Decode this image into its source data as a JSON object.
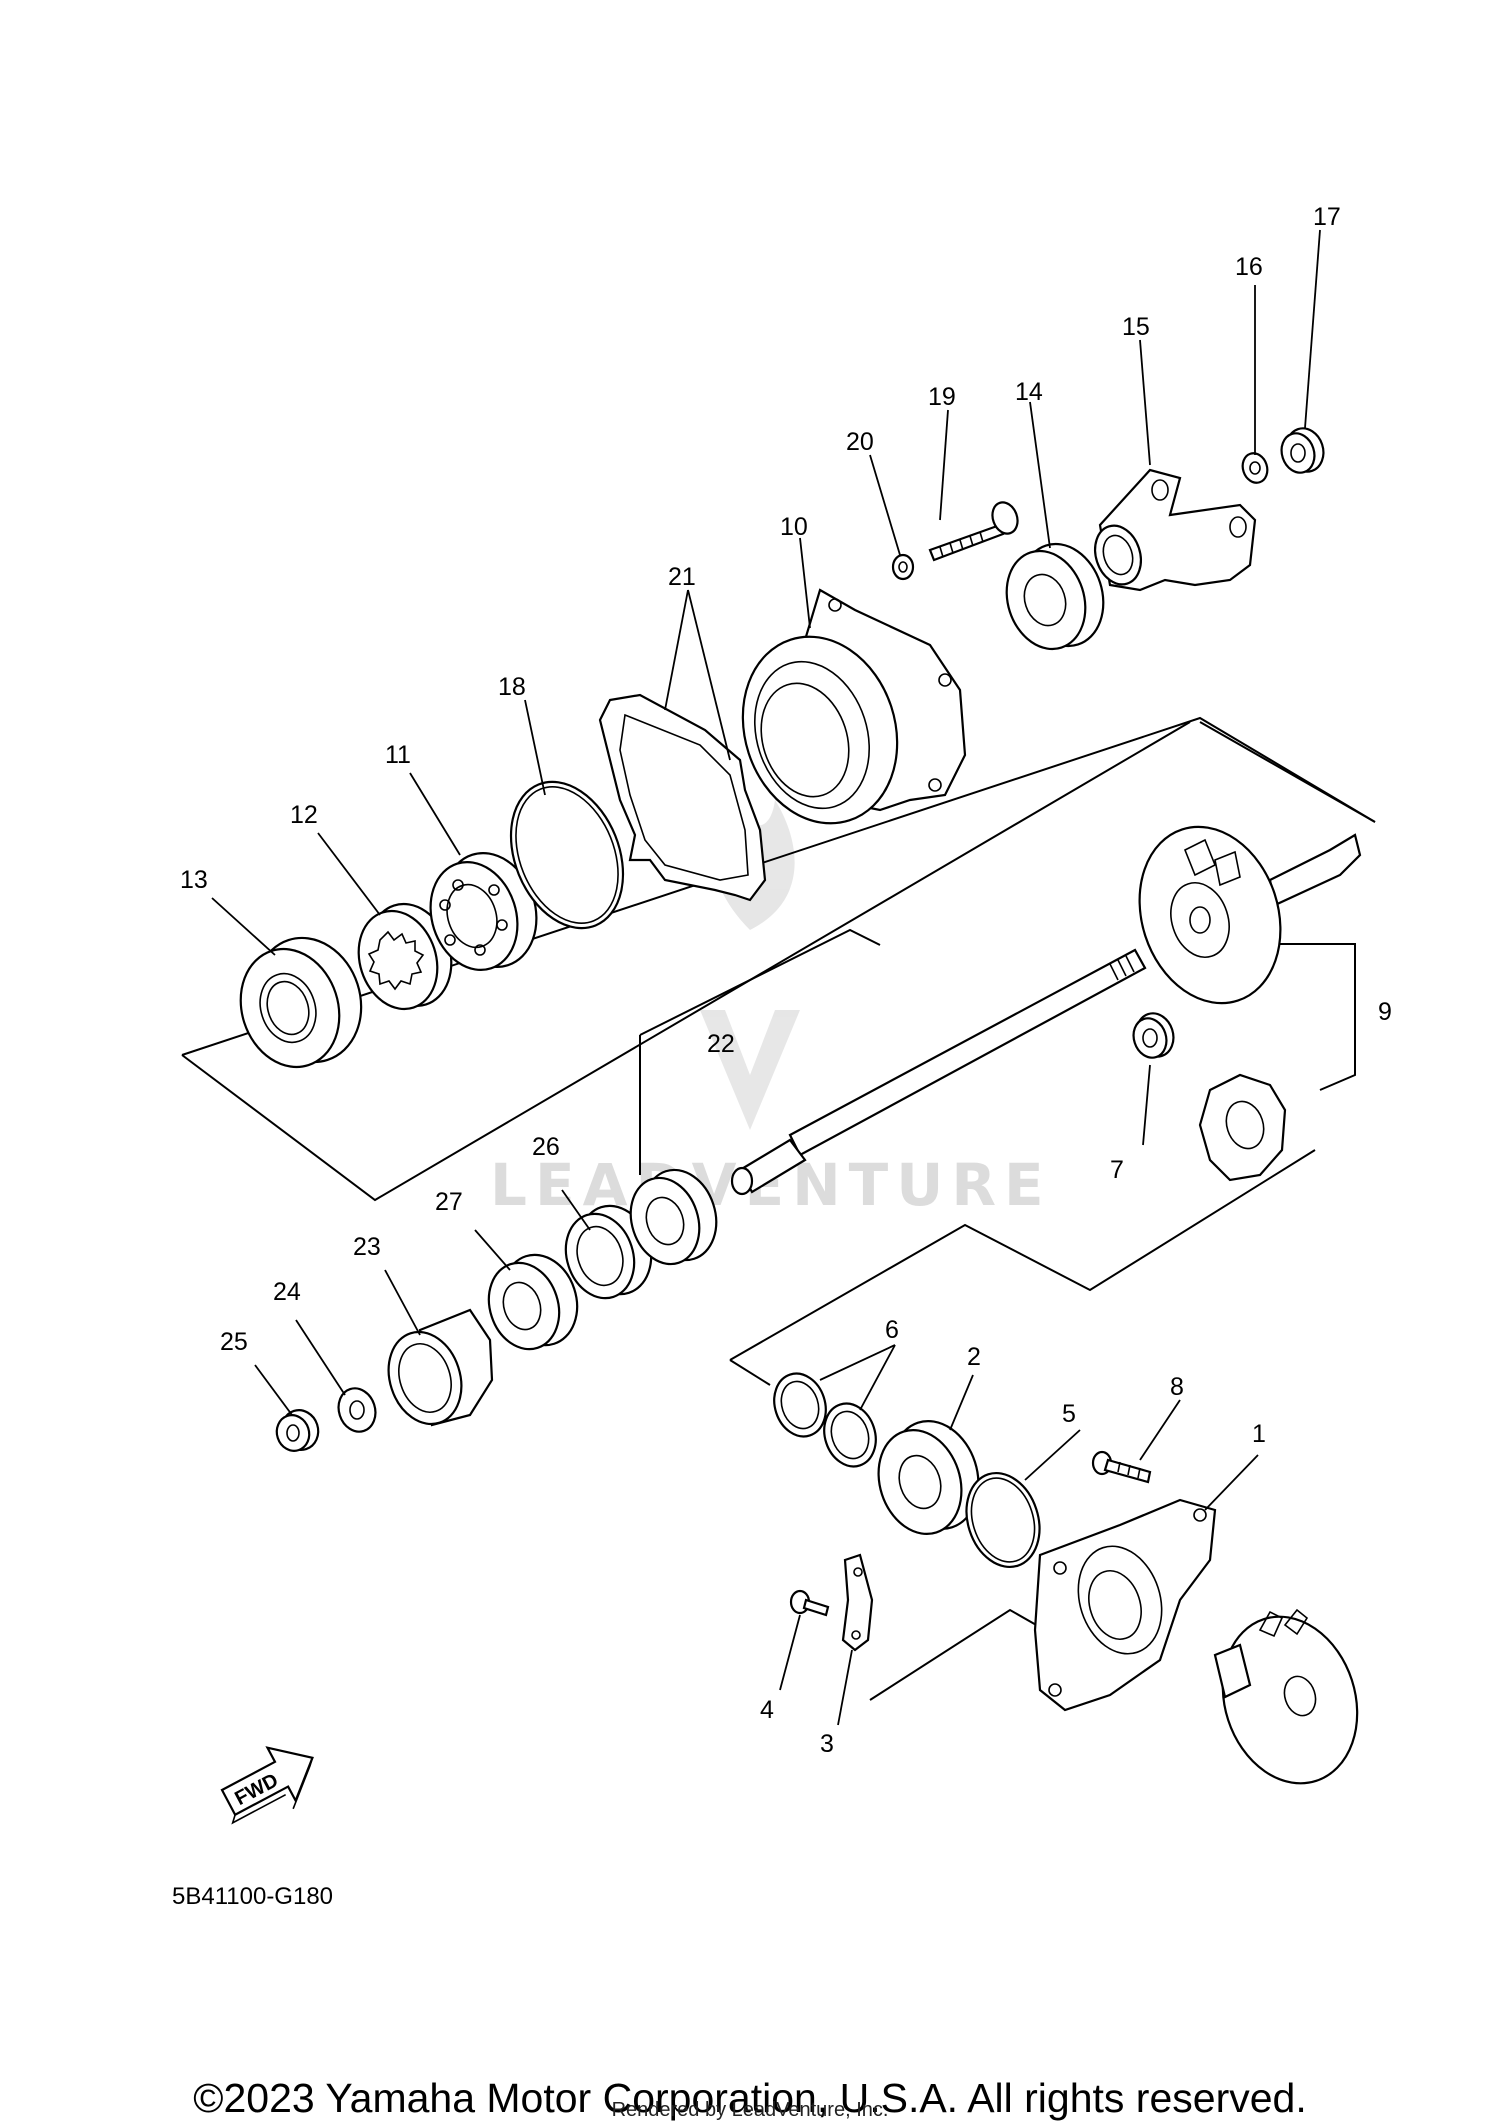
{
  "diagram": {
    "callouts": [
      "1",
      "2",
      "3",
      "4",
      "5",
      "6",
      "7",
      "8",
      "9",
      "10",
      "11",
      "12",
      "13",
      "14",
      "15",
      "16",
      "17",
      "18",
      "19",
      "20",
      "21",
      "22",
      "23",
      "24",
      "25",
      "26",
      "27"
    ],
    "fwd_label": "FWD",
    "code": "5B41100-G180",
    "watermark": "LEADVENTURE"
  },
  "footer": {
    "copyright": "©2023 Yamaha Motor Corporation, U.S.A. All rights reserved.",
    "rendered_by": "Rendered by LeadVenture, Inc."
  }
}
